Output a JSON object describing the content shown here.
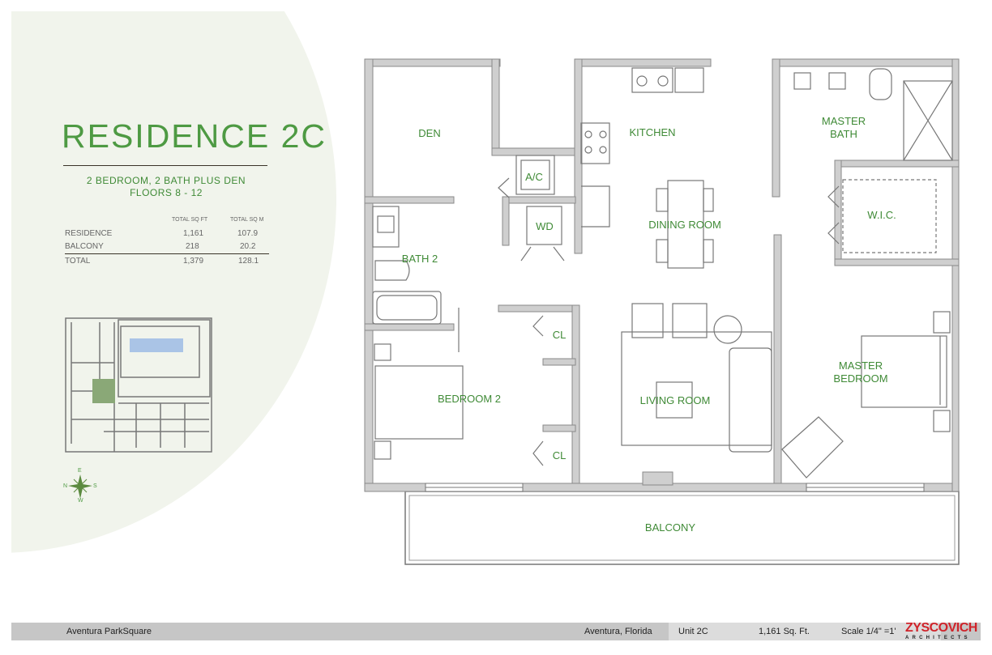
{
  "header": {
    "title": "RESIDENCE 2C",
    "subtitle_line1": "2 BEDROOM, 2 BATH PLUS DEN",
    "subtitle_line2": "FLOORS 8 - 12"
  },
  "area_table": {
    "columns": [
      "TOTAL SQ FT",
      "TOTAL SQ M"
    ],
    "rows": [
      {
        "label": "RESIDENCE",
        "sqft": "1,161",
        "sqm": "107.9"
      },
      {
        "label": "BALCONY",
        "sqft": "218",
        "sqm": "20.2"
      }
    ],
    "total": {
      "label": "TOTAL",
      "sqft": "1,379",
      "sqm": "128.1"
    }
  },
  "compass": {
    "n": "N",
    "s": "S",
    "e": "E",
    "w": "W"
  },
  "rooms": {
    "den": "DEN",
    "kitchen": "KITCHEN",
    "ac": "A/C",
    "wd": "WD",
    "bath2": "BATH 2",
    "dining": "DINING ROOM",
    "master_bath_1": "MASTER",
    "master_bath_2": "BATH",
    "wic": "W.I.C.",
    "cl1": "CL",
    "cl2": "CL",
    "bedroom2": "BEDROOM 2",
    "living": "LIVING ROOM",
    "master_bed_1": "MASTER",
    "master_bed_2": "BEDROOM",
    "balcony": "BALCONY"
  },
  "colors": {
    "accent": "#4e9a43",
    "wall": "#cfcfcf",
    "pool": "#aac4e6",
    "unit_highlight": "#8aa877",
    "brand": "#d0232a"
  },
  "footer": {
    "project": "Aventura ParkSquare",
    "location": "Aventura, Florida",
    "unit": "Unit 2C",
    "area": "1,161 Sq. Ft.",
    "scale": "Scale 1/4\" =1'",
    "brand_main": "ZYSCOVICH",
    "brand_sub": "ARCHITECTS"
  }
}
